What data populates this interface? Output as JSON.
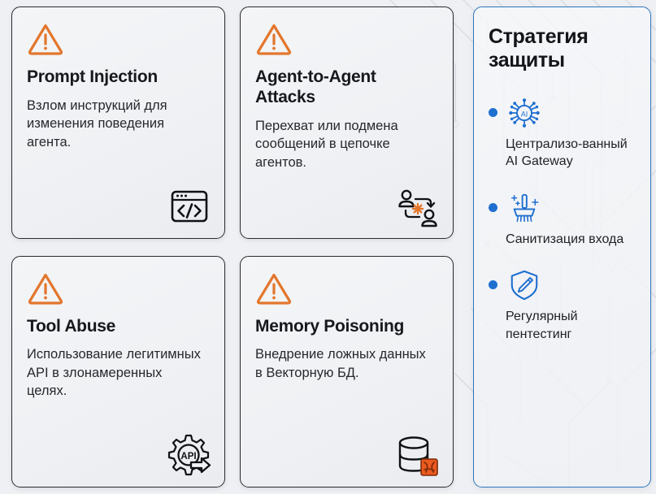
{
  "theme": {
    "background": "#eef0f3",
    "card_border": "#2b2b2f",
    "panel_border": "#2f78bd",
    "warning_color": "#e3762c",
    "accent_blue": "#1f6fd0",
    "text_primary": "#17181c"
  },
  "threats": [
    {
      "warn_icon": "warning-triangle-icon",
      "title": "Prompt Injection",
      "description": "Взлом инструкций для изменения поведения агента.",
      "glyph": "browser-code-icon"
    },
    {
      "warn_icon": "warning-triangle-icon",
      "title": "Agent-to-Agent Attacks",
      "description": "Перехват или подмена сообщений в цепочке агентов.",
      "glyph": "agents-conflict-icon"
    },
    {
      "warn_icon": "warning-triangle-icon",
      "title": "Tool Abuse",
      "description": "Использование легитимных API в злонамеренных целях.",
      "glyph": "api-gear-arrow-icon"
    },
    {
      "warn_icon": "warning-triangle-icon",
      "title": "Memory Poisoning",
      "description": "Внедрение ложных данных в Векторную БД.",
      "glyph": "database-poison-icon"
    }
  ],
  "strategy": {
    "title": "Стратегия защиты",
    "items": [
      {
        "icon": "ai-gateway-icon",
        "label": "Централизо-ванный AI Gateway"
      },
      {
        "icon": "broom-sanitize-icon",
        "label": "Санитизация входа"
      },
      {
        "icon": "shield-pentest-icon",
        "label": "Регулярный пентестинг"
      }
    ]
  }
}
